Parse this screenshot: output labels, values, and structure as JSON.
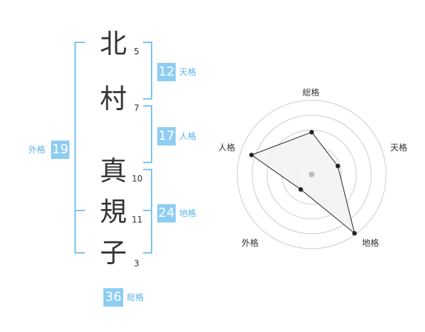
{
  "name": {
    "chars": [
      {
        "char": "北",
        "strokes": "5"
      },
      {
        "char": "村",
        "strokes": "7"
      },
      {
        "char": "真",
        "strokes": "10"
      },
      {
        "char": "規",
        "strokes": "11"
      },
      {
        "char": "子",
        "strokes": "3"
      }
    ]
  },
  "scores": {
    "tenkaku": {
      "value": "12",
      "label": "天格"
    },
    "jinkaku": {
      "value": "17",
      "label": "人格"
    },
    "chikaku": {
      "value": "24",
      "label": "地格"
    },
    "gaikaku": {
      "value": "19",
      "label": "外格"
    },
    "soukaku": {
      "value": "36",
      "label": "総格"
    }
  },
  "chart_data": {
    "type": "radar",
    "axes": [
      "総格",
      "天格",
      "地格",
      "外格",
      "人格"
    ],
    "values": [
      0.57,
      0.37,
      0.98,
      0.25,
      0.85
    ],
    "rings": 5,
    "colors": {
      "fill": "#f2f2f2",
      "line": "#222222",
      "grid": "#cccccc",
      "center": "#bbbbbb"
    }
  },
  "colors": {
    "accent": "#8ecdf2",
    "accent_text": "#5bb4e8",
    "bracket": "#7cc4ee"
  }
}
